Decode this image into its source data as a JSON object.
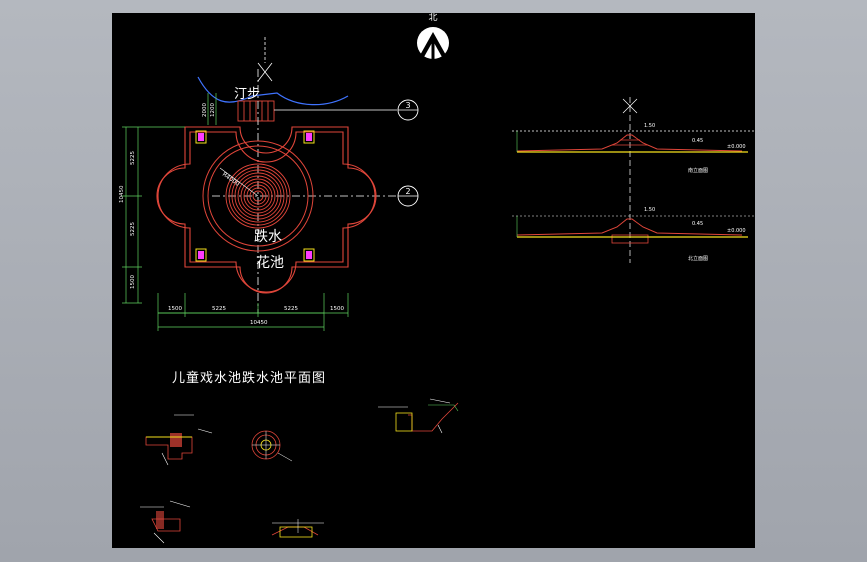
{
  "north": {
    "label": "北"
  },
  "plan": {
    "label_stepping": "汀步",
    "label_cascade": "跌水",
    "label_flower": "花池",
    "axis_a": "3",
    "axis_b": "2",
    "dim_top_1": "2000",
    "dim_top_2": "1200",
    "dim_left_1": "5225",
    "dim_left_2": "5225",
    "dim_left_3": "10450",
    "dim_left_4": "1500",
    "dim_bottom_1": "1500",
    "dim_bottom_2": "5225",
    "dim_bottom_3": "5225",
    "dim_bottom_4": "1500",
    "dim_bottom_total": "10450",
    "dim_radius": "R4000"
  },
  "title": {
    "text": "儿童戏水池跌水池平面图"
  },
  "sections": {
    "sec1_dim": "1.50",
    "sec1_level_a": "0.45",
    "sec1_level_b": "±0.000",
    "sec1_caption": "南立面图",
    "sec2_dim": "1.50",
    "sec2_level_a": "0.45",
    "sec2_level_b": "±0.000",
    "sec2_caption": "北立面图"
  },
  "colors": {
    "background": "#000000",
    "frame": "#a6aab2",
    "outline_red": "#e0463a",
    "accent_yellow": "#f5e11c",
    "water_blue": "#3f73ff",
    "line_white": "#ffffff",
    "dim_green": "#5fd35f",
    "magenta": "#ff3cff"
  }
}
